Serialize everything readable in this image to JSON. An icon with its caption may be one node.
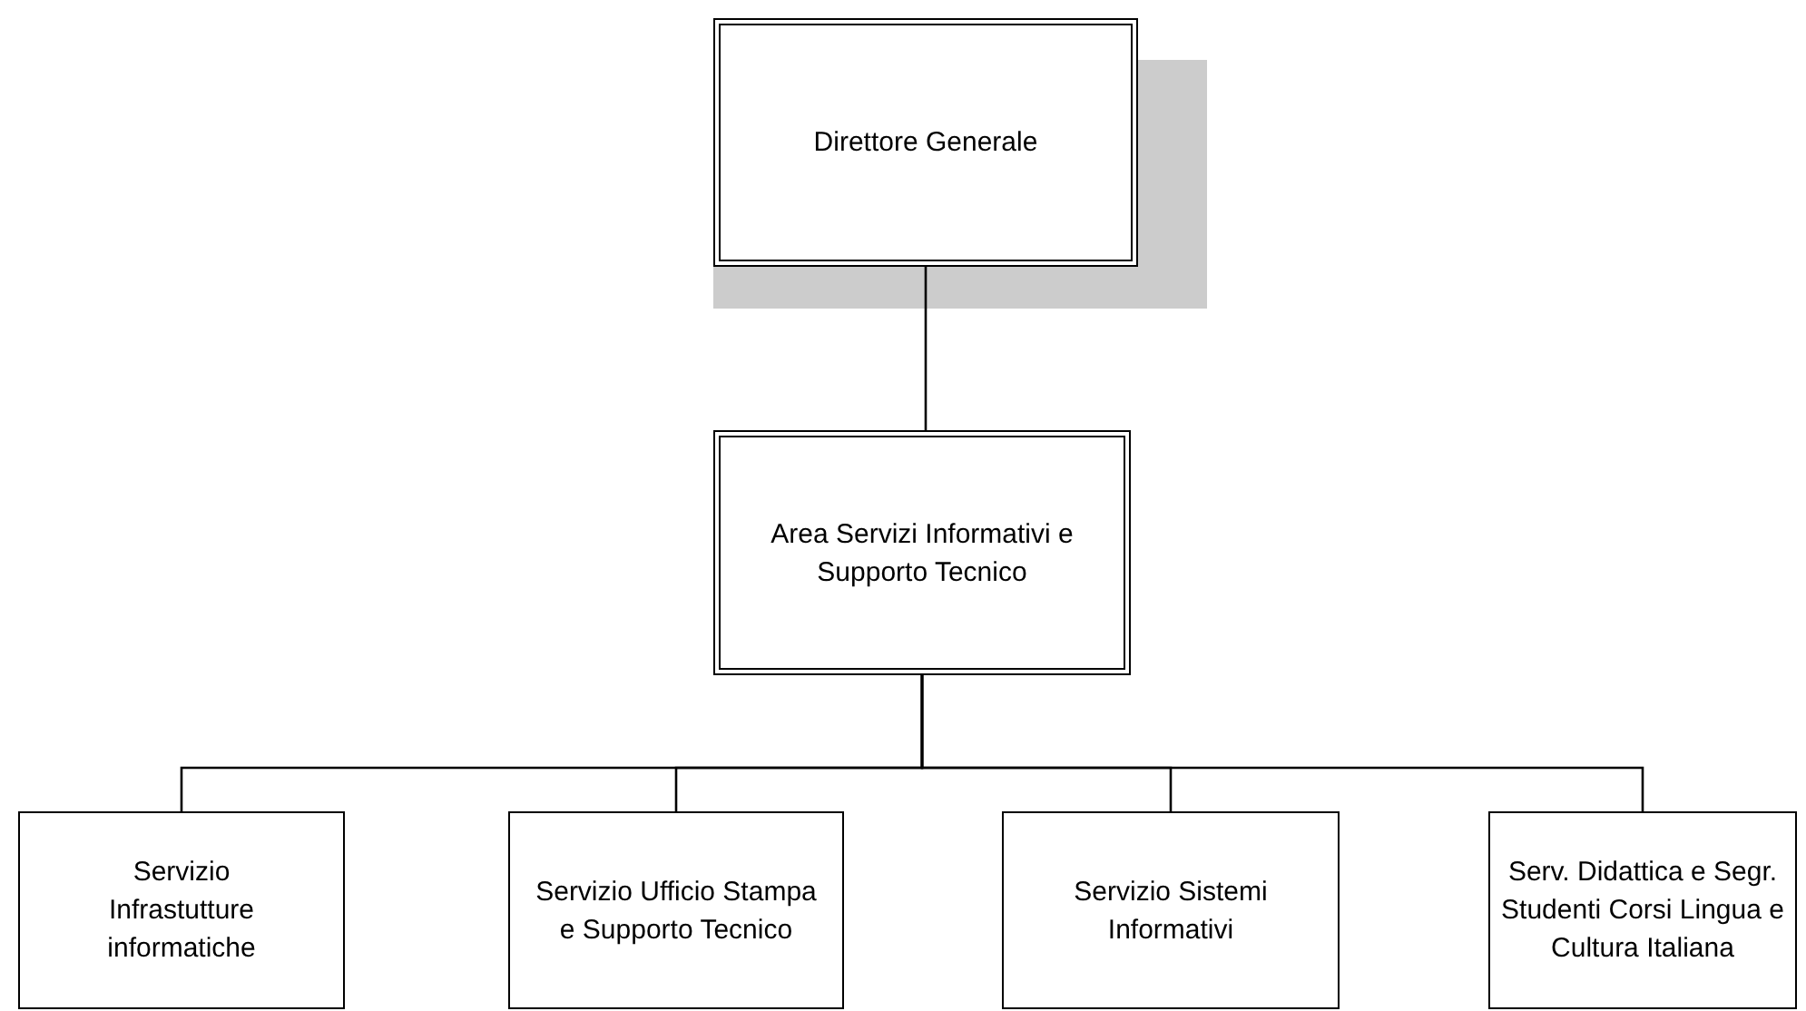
{
  "diagram": {
    "nodes": [
      {
        "text": [
          "Direttore Generale"
        ]
      },
      {
        "text": [
          "Area Servizi Informativi e Supporto Tecnico"
        ]
      },
      {
        "text": [
          "Servizio Infrastutture informatiche"
        ]
      },
      {
        "text": [
          "Servizio Ufficio Stampa e Supporto Tecnico"
        ]
      },
      {
        "text": [
          "Servizio Sistemi Informativi"
        ]
      },
      {
        "text": [
          "Serv. Didattica e Segr. Studenti Corsi Lingua e Cultura Italiana"
        ]
      }
    ],
    "edges": [
      {
        "from": 0,
        "to": 1,
        "arrow": "none"
      },
      {
        "from": 1,
        "to": 2,
        "arrow": "none"
      },
      {
        "from": 1,
        "to": 3,
        "arrow": "none"
      },
      {
        "from": 1,
        "to": 4,
        "arrow": "none"
      },
      {
        "from": 1,
        "to": 5,
        "arrow": "none"
      }
    ]
  }
}
